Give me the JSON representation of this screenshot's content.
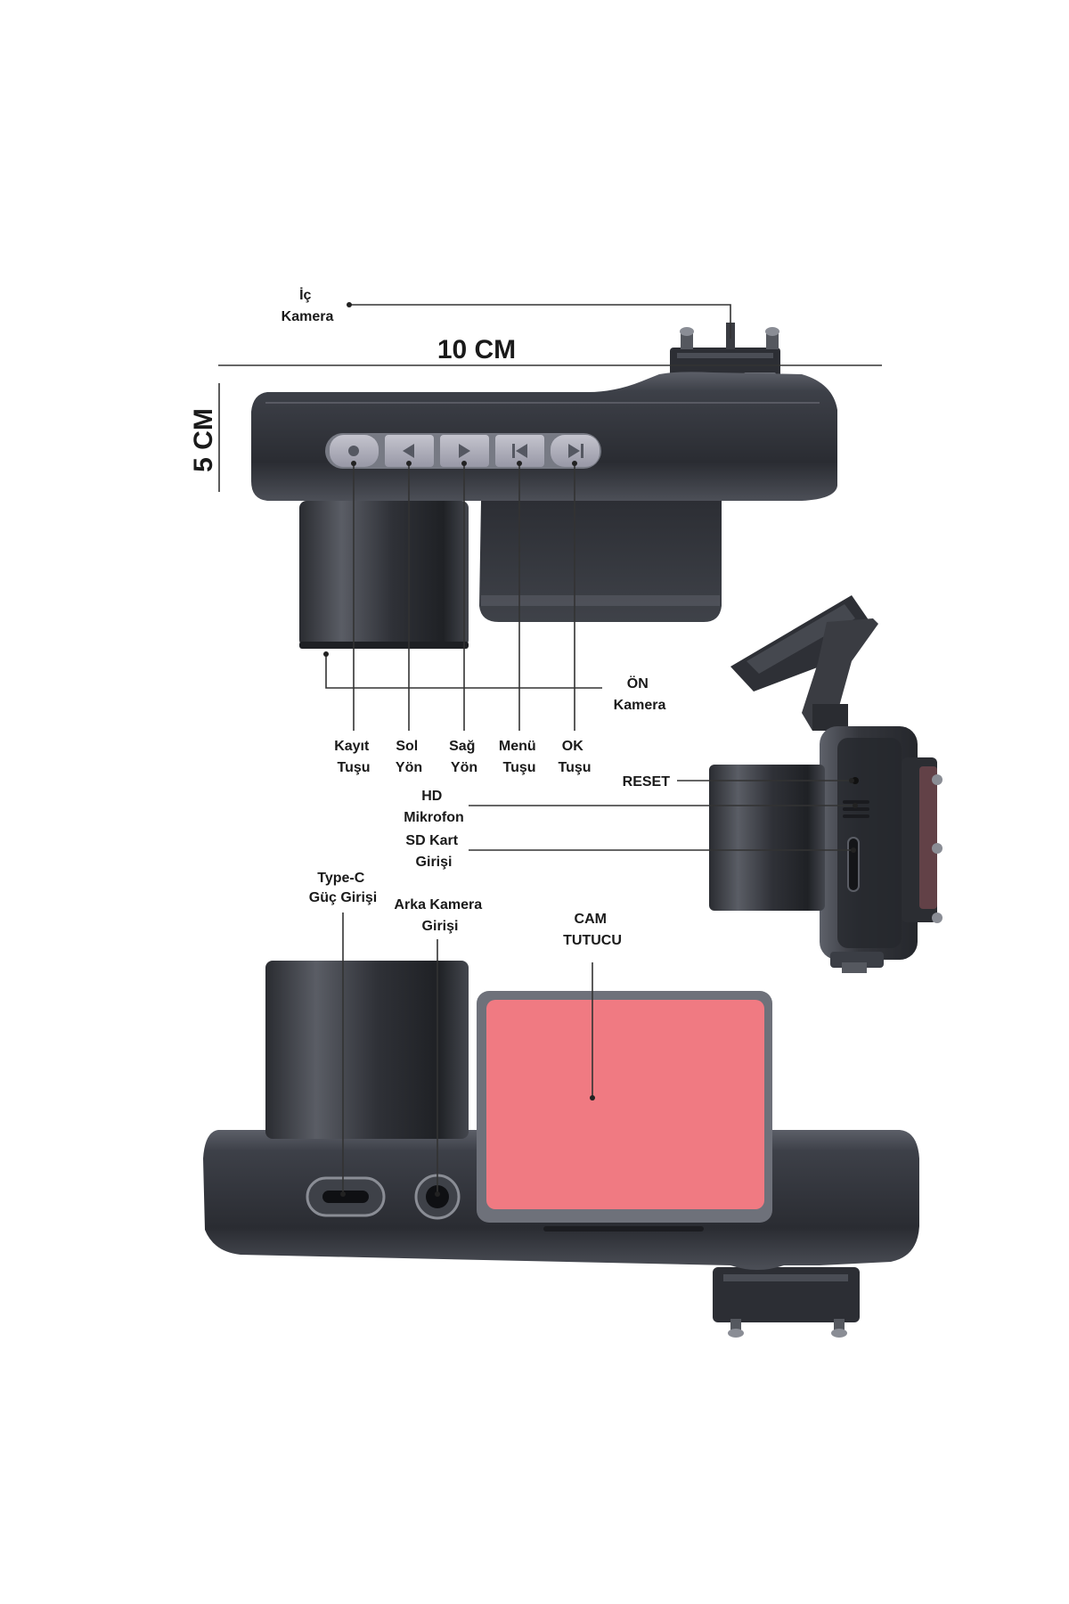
{
  "dimensions": {
    "width_label": "10 CM",
    "height_label": "5 CM"
  },
  "labels": {
    "interior_camera": [
      "İç",
      "Kamera"
    ],
    "front_camera": [
      "ÖN",
      "Kamera"
    ],
    "record_button": [
      "Kayıt",
      "Tuşu"
    ],
    "left_direction": [
      "Sol",
      "Yön"
    ],
    "right_direction": [
      "Sağ",
      "Yön"
    ],
    "menu_button": [
      "Menü",
      "Tuşu"
    ],
    "ok_button": [
      "OK",
      "Tuşu"
    ],
    "reset": [
      "RESET"
    ],
    "hd_microphone": [
      "HD",
      "Mikrofon"
    ],
    "sd_card": [
      "SD Kart",
      "Girişi"
    ],
    "type_c": [
      "Type-C",
      "Güç Girişi"
    ],
    "rear_camera_input": [
      "Arka Kamera",
      "Girişi"
    ],
    "glass_holder": [
      "CAM",
      "TUTUCU"
    ]
  },
  "buttons": [
    {
      "name": "record-button",
      "icon": "record-dot-icon"
    },
    {
      "name": "left-button",
      "icon": "triangle-left-icon"
    },
    {
      "name": "right-button",
      "icon": "triangle-right-icon"
    },
    {
      "name": "menu-button",
      "icon": "skip-back-icon"
    },
    {
      "name": "ok-button",
      "icon": "skip-forward-icon"
    }
  ],
  "colors": {
    "body_dark": "#2b2d33",
    "body_mid": "#4a4d55",
    "body_light": "#7b7e86",
    "button": "#a9a9b6",
    "mount_pad": "#f07a82",
    "lead_line": "#333333"
  }
}
